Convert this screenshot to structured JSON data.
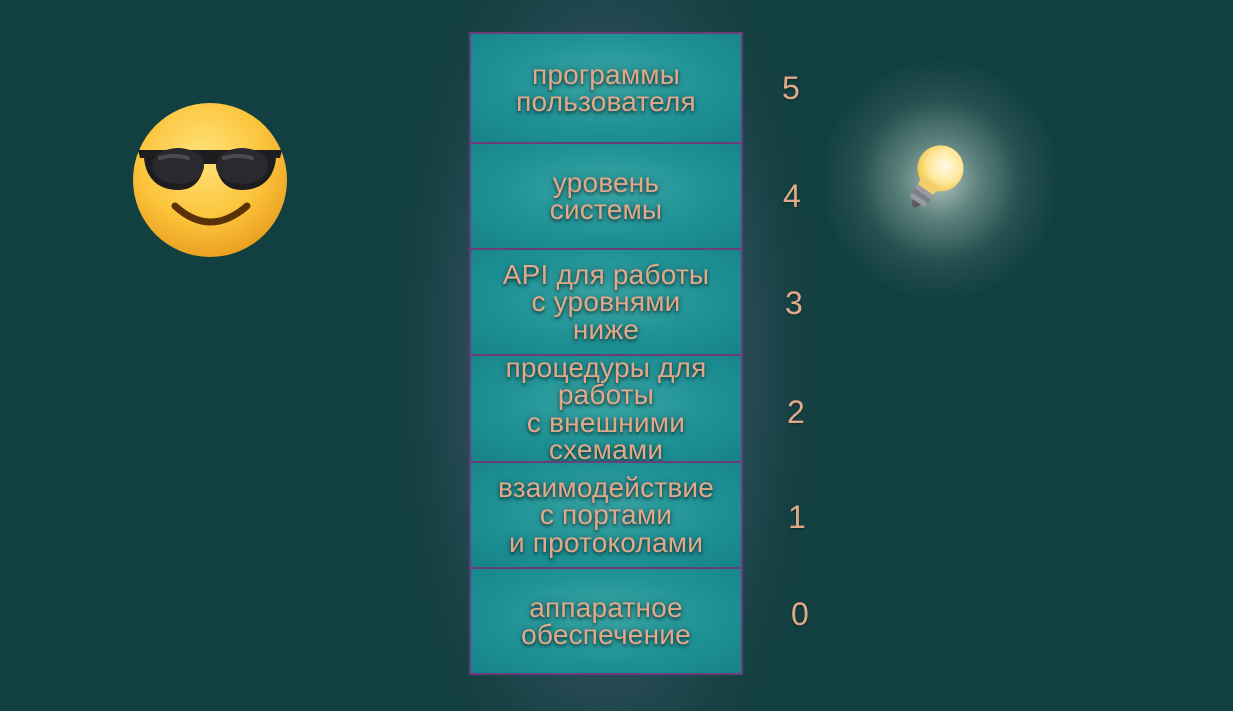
{
  "layers": [
    {
      "label": "программы\nпользователя",
      "number": "5"
    },
    {
      "label": "уровень\nсистемы",
      "number": "4"
    },
    {
      "label": "API для работы\nс уровнями\nниже",
      "number": "3"
    },
    {
      "label": "процедуры для\nработы\nс внешними\nсхемами",
      "number": "2"
    },
    {
      "label": "взаимодействие\nс портами\nи протоколами",
      "number": "1"
    },
    {
      "label": "аппаратное\nобеспечение",
      "number": "0"
    }
  ],
  "icons": {
    "left": "smiling-face-with-sunglasses-icon",
    "right": "light-bulb-icon"
  },
  "colors": {
    "background": "#123f3f",
    "box_fill": "#1f9296",
    "box_border": "#6a3c7c",
    "text": "#e2a88a"
  }
}
